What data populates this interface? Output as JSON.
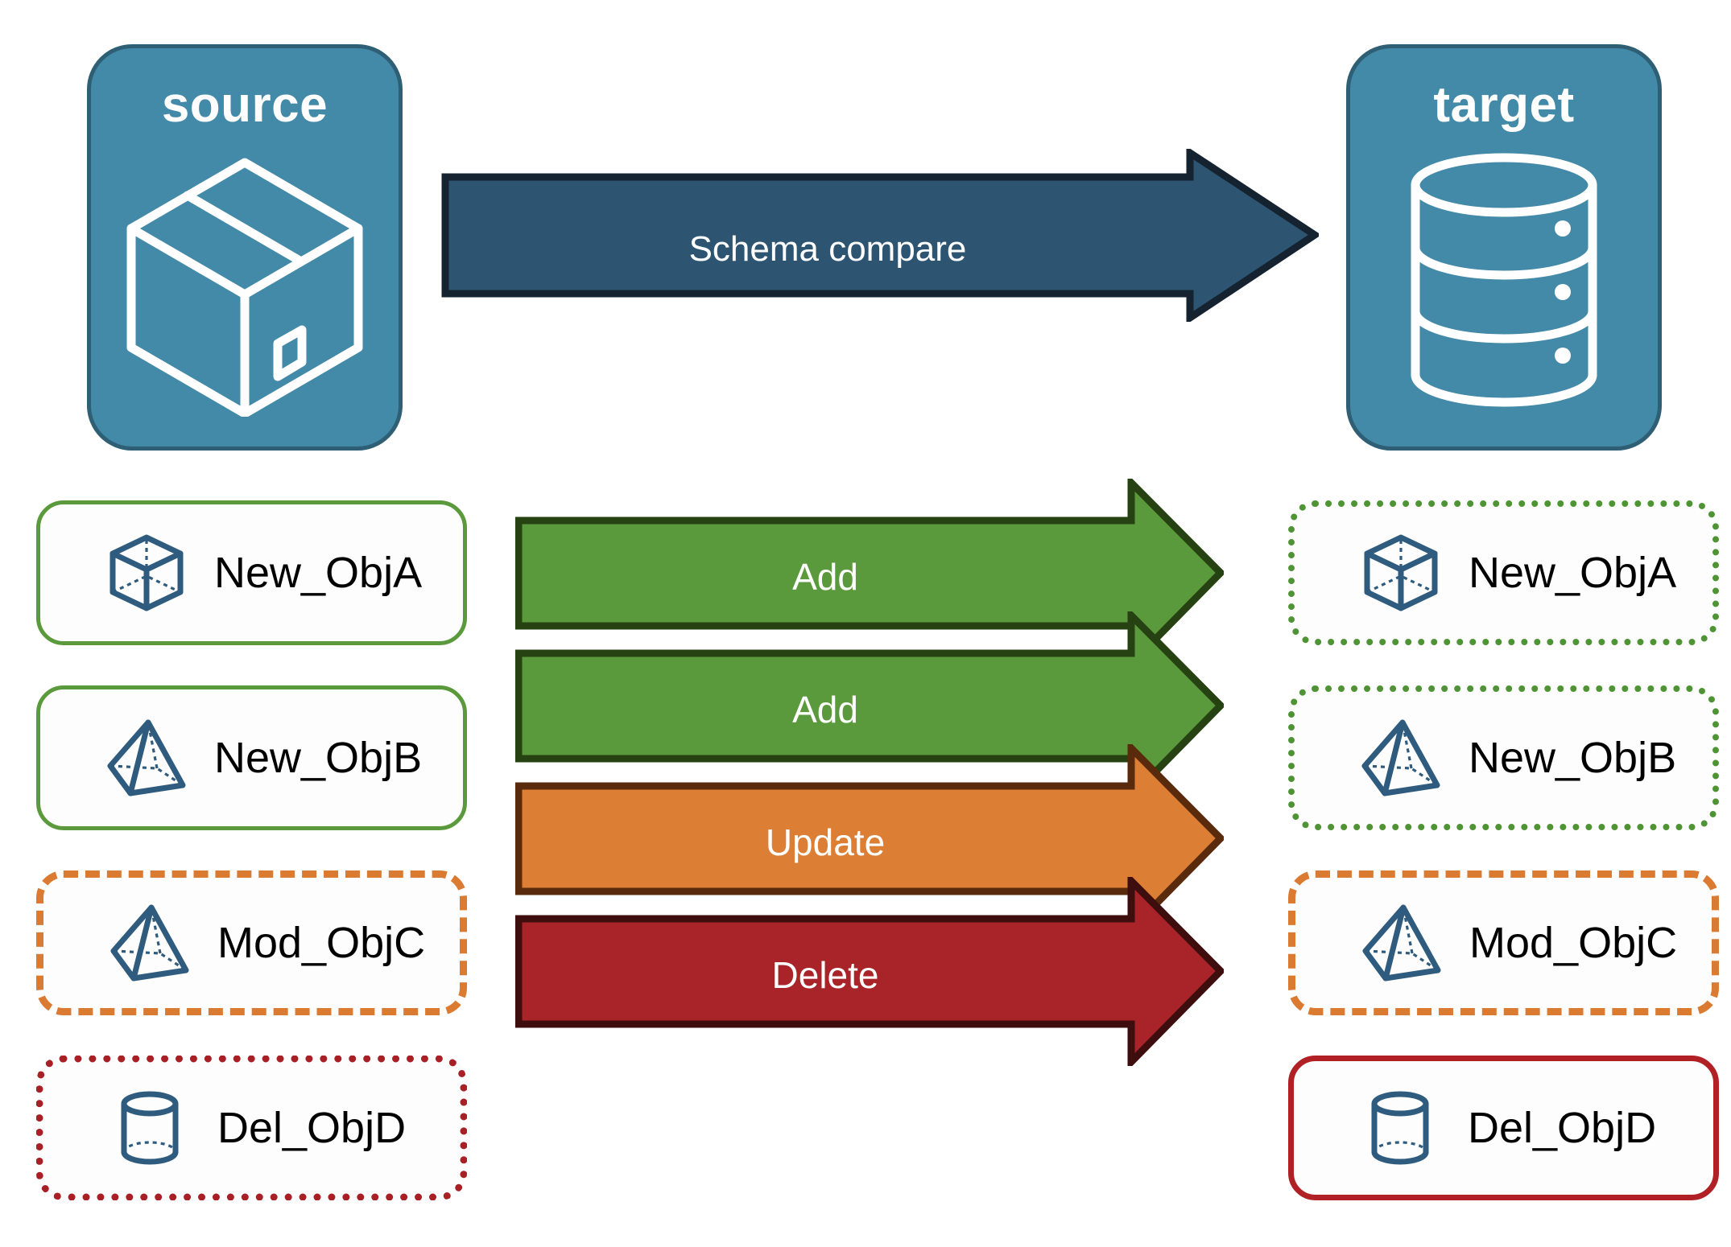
{
  "diagram": {
    "title": "Schema compare source to target",
    "endpoints": [
      {
        "id": "source",
        "label": "source",
        "icon": "package-box-icon"
      },
      {
        "id": "target",
        "label": "target",
        "icon": "database-cylinder-icon"
      }
    ],
    "main_arrow": {
      "label": "Schema compare",
      "color": "#2D5572",
      "border_color": "#15222F"
    },
    "rows": [
      {
        "source_label": "New_ObjA",
        "source_icon": "wireframe-cube-icon",
        "source_border_style": "solid",
        "source_border_color": "#5B9A3C",
        "action": "Add",
        "arrow_color": "#5B9A3C",
        "arrow_border_color": "#274212",
        "target_label": "New_ObjA",
        "target_icon": "wireframe-cube-icon",
        "target_border_style": "dotted",
        "target_border_color": "#4E9434"
      },
      {
        "source_label": "New_ObjB",
        "source_icon": "wireframe-pyramid-icon",
        "source_border_style": "solid",
        "source_border_color": "#5B9A3C",
        "action": "Add",
        "arrow_color": "#5B9A3C",
        "arrow_border_color": "#274212",
        "target_label": "New_ObjB",
        "target_icon": "wireframe-pyramid-icon",
        "target_border_style": "dotted",
        "target_border_color": "#4E9434"
      },
      {
        "source_label": "Mod_ObjC",
        "source_icon": "wireframe-pyramid-icon",
        "source_border_style": "dashed",
        "source_border_color": "#DB7B32",
        "action": "Update",
        "arrow_color": "#DD7E35",
        "arrow_border_color": "#5A2A0C",
        "target_label": "Mod_ObjC",
        "target_icon": "wireframe-pyramid-icon",
        "target_border_style": "dashed",
        "target_border_color": "#DB7B32"
      },
      {
        "source_label": "Del_ObjD",
        "source_icon": "wireframe-cylinder-icon",
        "source_border_style": "dotted",
        "source_border_color": "#A81F26",
        "action": "Delete",
        "arrow_color": "#A82428",
        "arrow_border_color": "#3E0D0E",
        "target_label": "Del_ObjD",
        "target_icon": "wireframe-cylinder-icon",
        "target_border_style": "solid",
        "target_border_color": "#B02025"
      }
    ],
    "colors": {
      "endpoint_fill": "#4389A8",
      "endpoint_border": "#2E5F75",
      "object_icon": "#2F5C7E",
      "canvas_background": "#FFFFFF"
    }
  }
}
